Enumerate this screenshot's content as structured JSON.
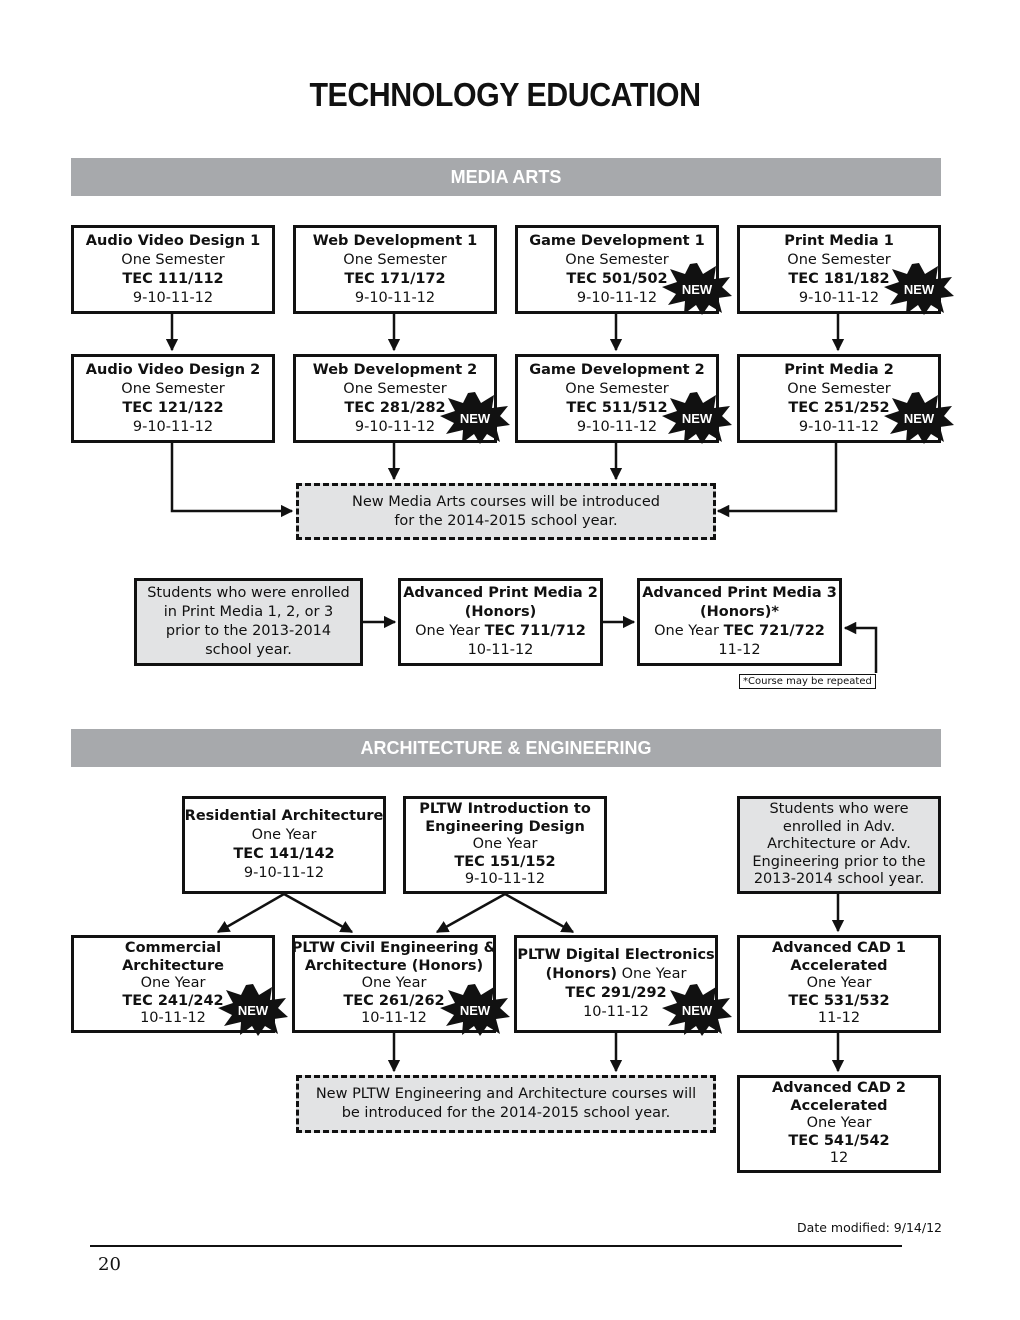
{
  "page_title": "TECHNOLOGY EDUCATION",
  "media_arts": {
    "heading": "MEDIA ARTS",
    "row1": [
      {
        "name": "Audio Video Design 1",
        "length": "One Semester",
        "code": "TEC 111/112",
        "grades": "9-10-11-12",
        "new": false
      },
      {
        "name": "Web Development 1",
        "length": "One Semester",
        "code": "TEC 171/172",
        "grades": "9-10-11-12",
        "new": false
      },
      {
        "name": "Game Development 1",
        "length": "One Semester",
        "code": "TEC 501/502",
        "grades": "9-10-11-12",
        "new": true
      },
      {
        "name": "Print Media 1",
        "length": "One Semester",
        "code": "TEC 181/182",
        "grades": "9-10-11-12",
        "new": true
      }
    ],
    "row2": [
      {
        "name": "Audio Video Design 2",
        "length": "One Semester",
        "code": "TEC 121/122",
        "grades": "9-10-11-12",
        "new": false
      },
      {
        "name": "Web Development 2",
        "length": "One Semester",
        "code": "TEC 281/282",
        "grades": "9-10-11-12",
        "new": true
      },
      {
        "name": "Game Development 2",
        "length": "One Semester",
        "code": "TEC 511/512",
        "grades": "9-10-11-12",
        "new": true
      },
      {
        "name": "Print Media 2",
        "length": "One Semester",
        "code": "TEC 251/252",
        "grades": "9-10-11-12",
        "new": true
      }
    ],
    "future_note": [
      "New Media Arts courses will be introduced",
      "for the 2014-2015 school year."
    ],
    "legacy_note": [
      "Students who were enrolled",
      "in Print Media 1, 2, or  3",
      "prior to the 2013-2014",
      "school year."
    ],
    "adv2": {
      "name1": "Advanced Print Media 2",
      "name2": "(Honors)",
      "length": "One Year",
      "code": "TEC 711/712",
      "grades": "10-11-12"
    },
    "adv3": {
      "name1": "Advanced Print Media 3",
      "name2": "(Honors)*",
      "length": "One Year",
      "code": "TEC 721/722",
      "grades": "11-12"
    },
    "repeat_note": "*Course may be repeated"
  },
  "arch_eng": {
    "heading": "ARCHITECTURE & ENGINEERING",
    "res_arch": {
      "name": "Residential Architecture",
      "length": "One Year",
      "code": "TEC 141/142",
      "grades": "9-10-11-12"
    },
    "pltw_intro": {
      "name1": "PLTW Introduction to",
      "name2": "Engineering Design",
      "length": "One Year",
      "code": "TEC 151/152",
      "grades": "9-10-11-12"
    },
    "legacy_note": [
      "Students who were",
      "enrolled in Adv.",
      "Architecture or Adv.",
      "Engineering prior to the",
      "2013-2014 school year."
    ],
    "comm_arch": {
      "name1": "Commercial",
      "name2": "Architecture",
      "length": "One Year",
      "code": "TEC 241/242",
      "grades": "10-11-12"
    },
    "civil": {
      "name1": "PLTW Civil Engineering &",
      "name2": "Architecture (Honors)",
      "length": "One Year",
      "code": "TEC 261/262",
      "grades": "10-11-12"
    },
    "digital": {
      "name1": "PLTW Digital Electronics",
      "name2": "(Honors)",
      "length": "One Year",
      "code": "TEC 291/292",
      "grades": "10-11-12"
    },
    "cad1": {
      "name1": "Advanced CAD 1",
      "name2": "Accelerated",
      "length": "One Year",
      "code": "TEC 531/532",
      "grades": "11-12"
    },
    "cad2": {
      "name1": "Advanced CAD 2",
      "name2": "Accelerated",
      "length": "One Year",
      "code": "TEC 541/542",
      "grades": "12"
    },
    "future_note": [
      "New PLTW Engineering and Architecture courses will",
      "be introduced for the 2014-2015 school year."
    ]
  },
  "badge_label": "NEW",
  "footer": {
    "date_modified": "Date modified: 9/14/12",
    "page_number": "20"
  }
}
